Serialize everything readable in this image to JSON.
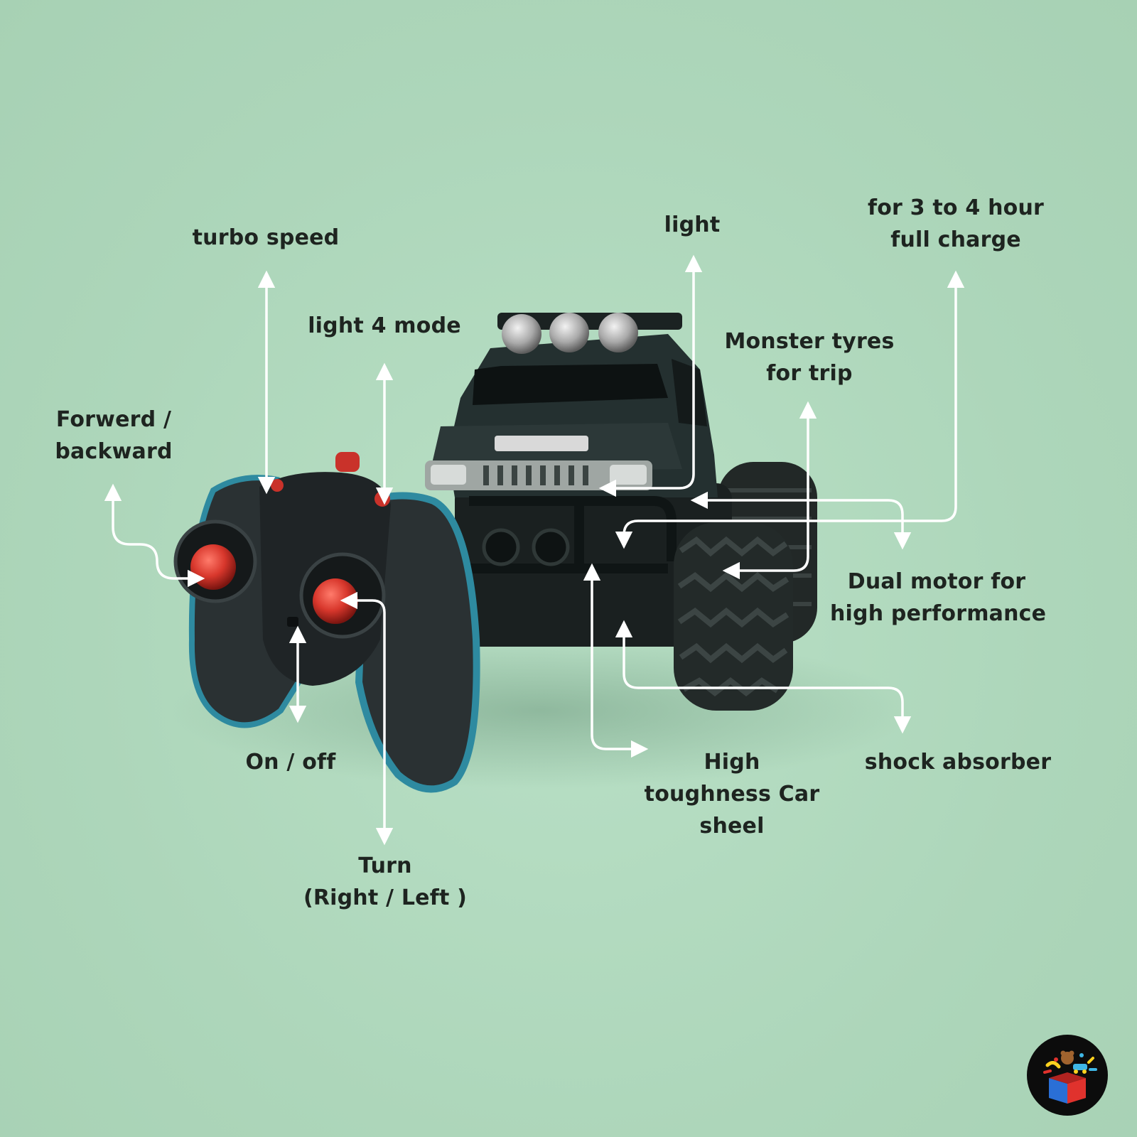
{
  "features": {
    "turbo_speed": "turbo speed",
    "light_4_mode": "light 4 mode",
    "forward_backward": [
      "Forwerd /",
      "backward"
    ],
    "on_off": "On / off",
    "turn": [
      "Turn",
      "(Right / Left )"
    ],
    "light": "light",
    "full_charge": [
      "for 3 to 4 hour",
      "full charge"
    ],
    "monster_tyres": [
      "Monster tyres",
      "for trip"
    ],
    "dual_motor": [
      "Dual motor for",
      "high performance"
    ],
    "car_shell": [
      "High",
      "toughness Car",
      "sheel"
    ],
    "shock_absorber": "shock absorber"
  },
  "colors": {
    "background": "#b0d9bc",
    "label_text": "#1e2420",
    "arrows": "#ffffff",
    "vehicle_body": "#1f2626",
    "remote_accent": "#2e8aa0",
    "button_red": "#d8372c"
  },
  "icons": {
    "brand_logo": "toy-box-logo-icon"
  }
}
